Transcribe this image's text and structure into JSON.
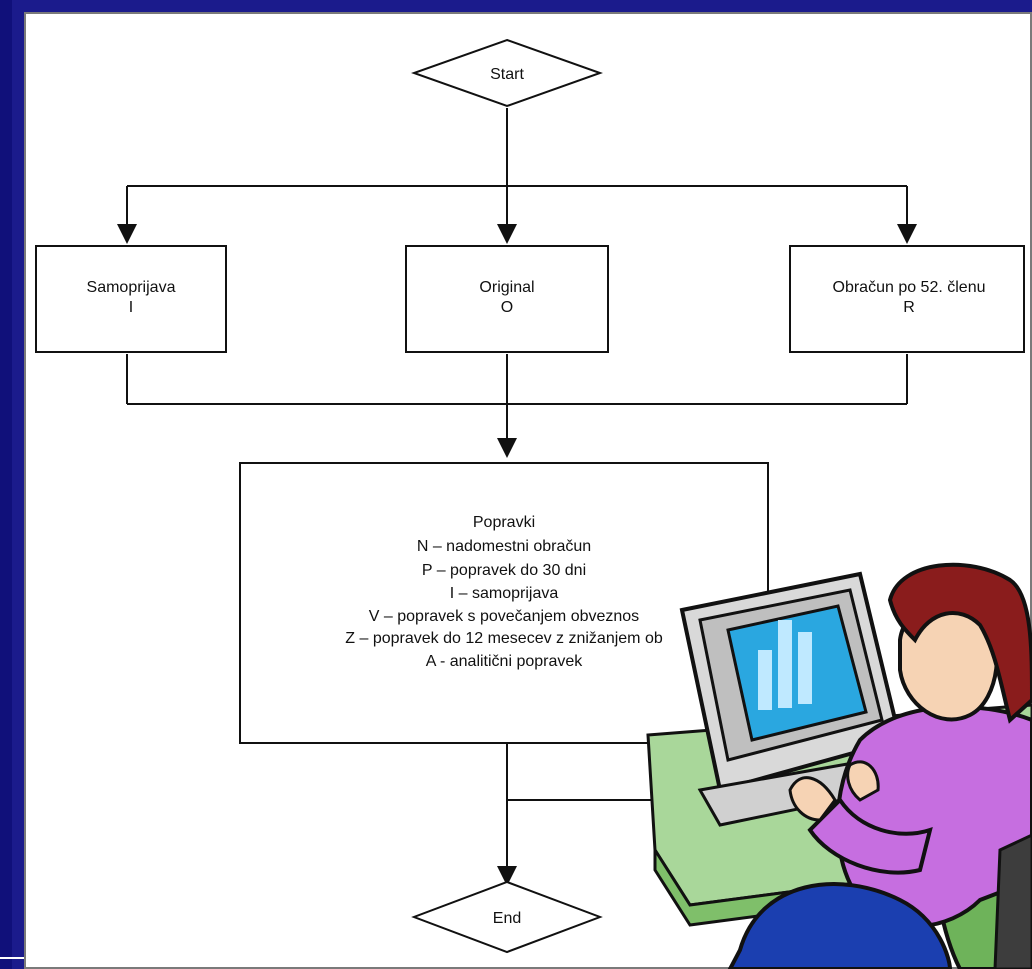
{
  "start": "Start",
  "end": "End",
  "boxes": {
    "samoprijava": [
      "Samoprijava",
      "I"
    ],
    "original": [
      "Original",
      "O"
    ],
    "obracun": [
      "Obračun po 52. členu",
      "R"
    ]
  },
  "popravki": [
    "Popravki",
    "N – nadomestni obračun",
    "P – popravek do 30 dni",
    "I – samoprijava",
    "V – popravek s povečanjem obveznos",
    "Z – popravek do 12 mesecev z znižanjem ob",
    "A - analitični popravek"
  ],
  "colors": {
    "background": "#1b1b8c",
    "slide": "#ffffff",
    "monitor_screen": "#2aa7e0",
    "desk": "#a9d79a",
    "sweater": "#c66ee0",
    "hair": "#8a1c1c",
    "chair": "#6eb35a",
    "pants": "#1b3fb0"
  }
}
